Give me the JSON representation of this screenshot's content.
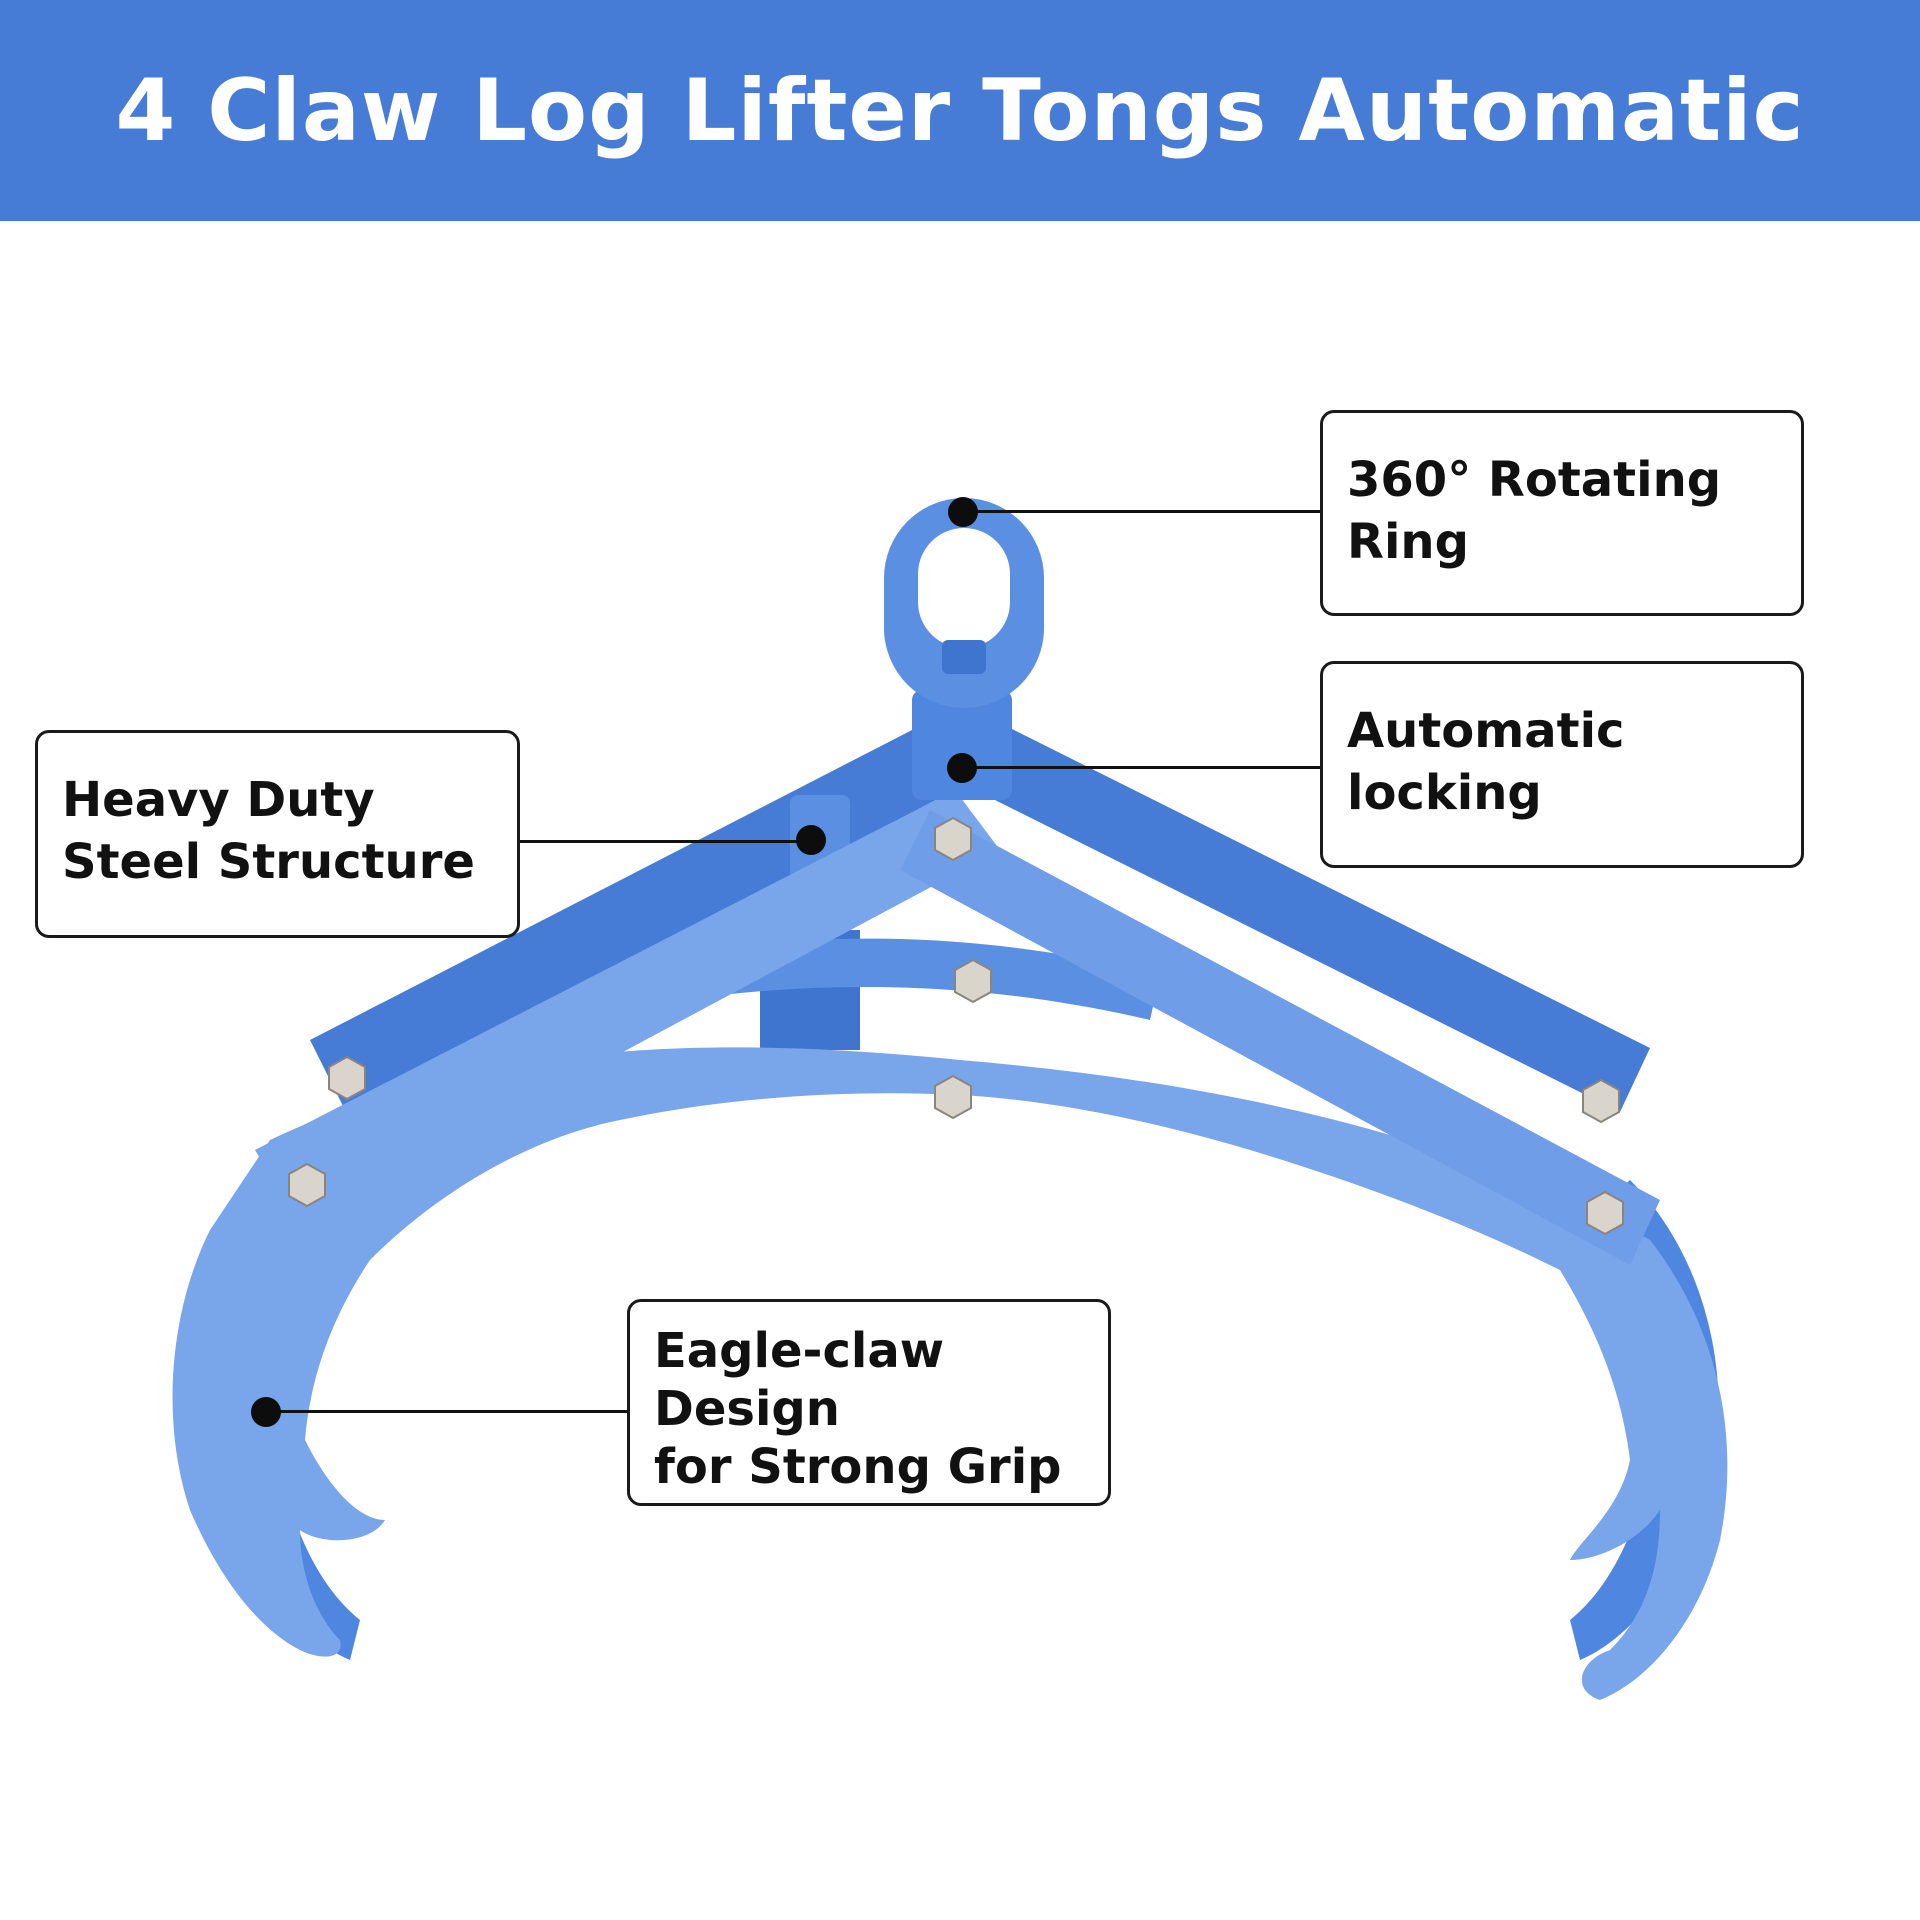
{
  "banner": {
    "title": "4 Claw Log Lifter Tongs Automatic",
    "background_color": "#467cd6",
    "text_color": "#ffffff"
  },
  "product": {
    "colors": {
      "light_steel": "#79a5ea",
      "dark_steel": "#4f86df",
      "shadow_steel": "#3f74cf",
      "bolt": "#d9d4cc"
    }
  },
  "callouts": {
    "rotating_ring": {
      "line1": "360° Rotating",
      "line2": "Ring"
    },
    "auto_locking": {
      "line1": "Automatic",
      "line2": "locking"
    },
    "steel_structure": {
      "line1": "Heavy Duty",
      "line2": "Steel Structure"
    },
    "eagle_claw": {
      "line1": "Eagle-claw",
      "line2": "Design",
      "line3": "for Strong Grip"
    }
  }
}
